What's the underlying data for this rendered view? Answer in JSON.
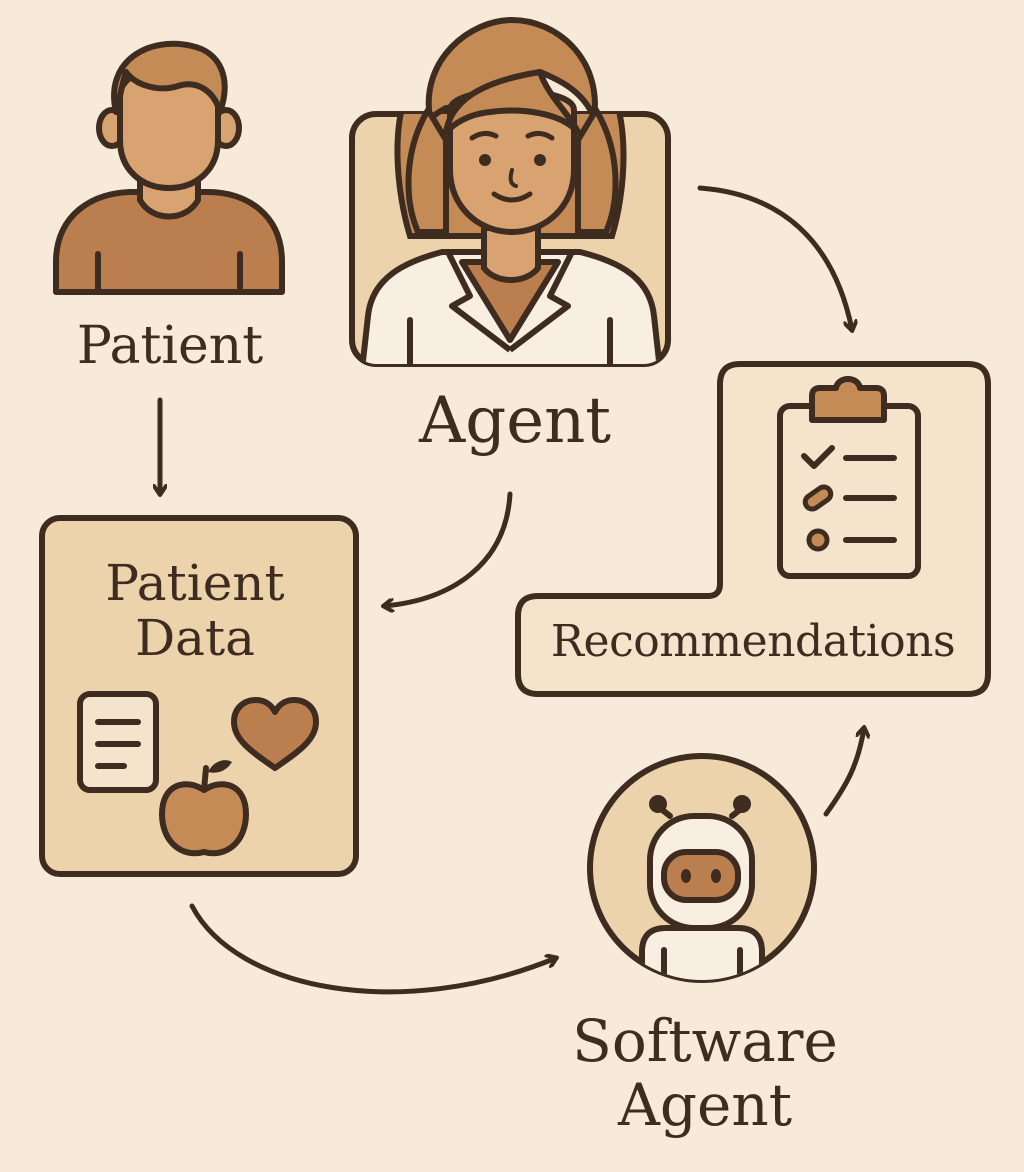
{
  "colors": {
    "background": "#f7ead8",
    "outline": "#3d2c1f",
    "box_fill": "#ecd3ac",
    "rec_fill": "#f4e4cc",
    "skin": "#d9a271",
    "hair": "#c58b57",
    "shirt": "#bb7f4f",
    "coat": "#f8efe2"
  },
  "nodes": {
    "patient": {
      "label": "Patient",
      "icon": "patient-person-icon"
    },
    "agent": {
      "label": "Agent",
      "icon": "doctor-icon"
    },
    "patient_data": {
      "label_line1": "Patient",
      "label_line2": "Data",
      "icons": [
        "document-icon",
        "heart-icon",
        "apple-icon"
      ]
    },
    "recommendations": {
      "label": "Recommendations",
      "icon": "clipboard-checklist-icon"
    },
    "software_agent": {
      "label_line1": "Software",
      "label_line2": "Agent",
      "icon": "robot-icon"
    }
  },
  "edges": [
    {
      "from": "patient",
      "to": "patient_data"
    },
    {
      "from": "agent",
      "to": "recommendations"
    },
    {
      "from": "agent",
      "to": "patient_data"
    },
    {
      "from": "patient_data",
      "to": "software_agent"
    },
    {
      "from": "software_agent",
      "to": "recommendations"
    }
  ]
}
